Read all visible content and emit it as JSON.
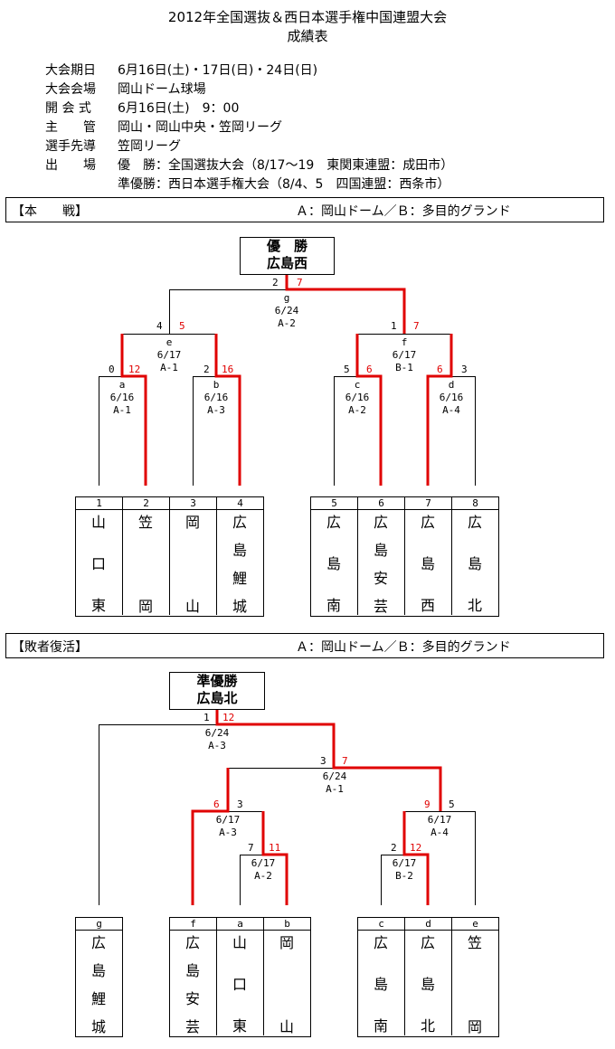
{
  "title": {
    "line1": "2012年全国選抜＆西日本選手権中国連盟大会",
    "line2": "成績表"
  },
  "info": [
    {
      "label": "大会期日",
      "value": "6月16日(土)・17日(日)・24日(日)"
    },
    {
      "label": "大会会場",
      "value": "岡山ドーム球場"
    },
    {
      "label": "開 会 式",
      "value": "6月16日(土)　9：00"
    },
    {
      "label": "主　　管",
      "value": "岡山・岡山中央・笠岡リーグ"
    },
    {
      "label": "選手先導",
      "value": "笠岡リーグ"
    },
    {
      "label": "出　　場",
      "value": "優　勝：全国選抜大会（8/17～19　東関東連盟：成田市）"
    },
    {
      "label": "",
      "value": "準優勝：西日本選手権大会（8/4、5　四国連盟：西条市）"
    }
  ],
  "main": {
    "section_label": "【本　　戦】",
    "venue_note": "Ａ：岡山ドーム／Ｂ：多目的グランド",
    "winner_label": "優　勝",
    "winner_team": "広島西",
    "teams": [
      {
        "num": "1",
        "name": [
          "山",
          "口",
          "東"
        ]
      },
      {
        "num": "2",
        "name": [
          "笠",
          "岡"
        ]
      },
      {
        "num": "3",
        "name": [
          "岡",
          "山"
        ]
      },
      {
        "num": "4",
        "name": [
          "広",
          "島",
          "鯉",
          "城"
        ]
      },
      {
        "num": "5",
        "name": [
          "広",
          "島",
          "南"
        ]
      },
      {
        "num": "6",
        "name": [
          "広",
          "島",
          "安",
          "芸"
        ]
      },
      {
        "num": "7",
        "name": [
          "広",
          "島",
          "西"
        ]
      },
      {
        "num": "8",
        "name": [
          "広",
          "島",
          "北"
        ]
      }
    ],
    "games": [
      {
        "id": "a",
        "date": "6/16",
        "field": "A-1",
        "left_score": "0",
        "right_score": "12",
        "winner": "right"
      },
      {
        "id": "b",
        "date": "6/16",
        "field": "A-3",
        "left_score": "2",
        "right_score": "16",
        "winner": "right"
      },
      {
        "id": "c",
        "date": "6/16",
        "field": "A-2",
        "left_score": "5",
        "right_score": "6",
        "winner": "right"
      },
      {
        "id": "d",
        "date": "6/16",
        "field": "A-4",
        "left_score": "6",
        "right_score": "3",
        "winner": "left"
      },
      {
        "id": "e",
        "date": "6/17",
        "field": "A-1",
        "left_score": "4",
        "right_score": "5",
        "winner": "right"
      },
      {
        "id": "f",
        "date": "6/17",
        "field": "B-1",
        "left_score": "1",
        "right_score": "7",
        "winner": "right"
      },
      {
        "id": "g",
        "date": "6/24",
        "field": "A-2",
        "left_score": "2",
        "right_score": "7",
        "winner": "right"
      }
    ]
  },
  "repechage": {
    "section_label": "【敗者復活】",
    "venue_note": "Ａ：岡山ドーム／Ｂ：多目的グランド",
    "winner_label": "準優勝",
    "winner_team": "広島北",
    "teams": [
      {
        "num": "g",
        "name": [
          "広",
          "島",
          "鯉",
          "城"
        ]
      },
      {
        "num": "f",
        "name": [
          "広",
          "島",
          "安",
          "芸"
        ]
      },
      {
        "num": "a",
        "name": [
          "山",
          "口",
          "東"
        ]
      },
      {
        "num": "b",
        "name": [
          "岡",
          "山"
        ]
      },
      {
        "num": "c",
        "name": [
          "広",
          "島",
          "南"
        ]
      },
      {
        "num": "d",
        "name": [
          "広",
          "島",
          "北"
        ]
      },
      {
        "num": "e",
        "name": [
          "笠",
          "岡"
        ]
      }
    ],
    "games": [
      {
        "date": "6/17",
        "field": "A-2",
        "left_score": "7",
        "right_score": "11",
        "winner": "right"
      },
      {
        "date": "6/17",
        "field": "B-2",
        "left_score": "2",
        "right_score": "12",
        "winner": "right"
      },
      {
        "date": "6/17",
        "field": "A-3",
        "left_score": "6",
        "right_score": "3",
        "winner": "left"
      },
      {
        "date": "6/17",
        "field": "A-4",
        "left_score": "9",
        "right_score": "5",
        "winner": "left"
      },
      {
        "date": "6/24",
        "field": "A-1",
        "left_score": "3",
        "right_score": "7",
        "winner": "right"
      },
      {
        "date": "6/24",
        "field": "A-3",
        "left_score": "1",
        "right_score": "12",
        "winner": "right"
      }
    ]
  },
  "colors": {
    "winner_line": "#e00000",
    "line": "#000000"
  }
}
